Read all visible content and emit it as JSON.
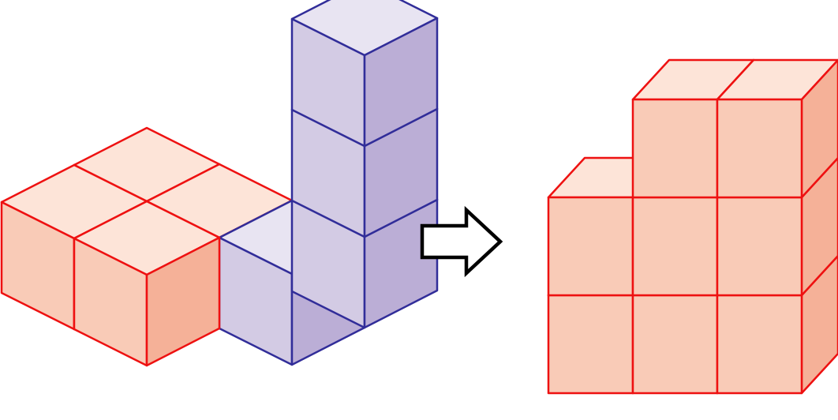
{
  "colors": {
    "orange_top": "#fde4d8",
    "orange_front": "#f9cbb7",
    "orange_side": "#f5b198",
    "orange_stroke": "#ee1111",
    "purple_top": "#e8e4f2",
    "purple_front": "#d3cbe4",
    "purple_side": "#bbaed6",
    "purple_stroke": "#312d99",
    "arrow_stroke": "#000000",
    "arrow_fill": "#ffffff"
  },
  "icons": {
    "transform_arrow": "right-arrow-icon"
  },
  "left_figure": {
    "orange_cube_count": 4,
    "purple_cube_count": 4
  },
  "right_figure": {
    "orange_cube_count": 8
  }
}
